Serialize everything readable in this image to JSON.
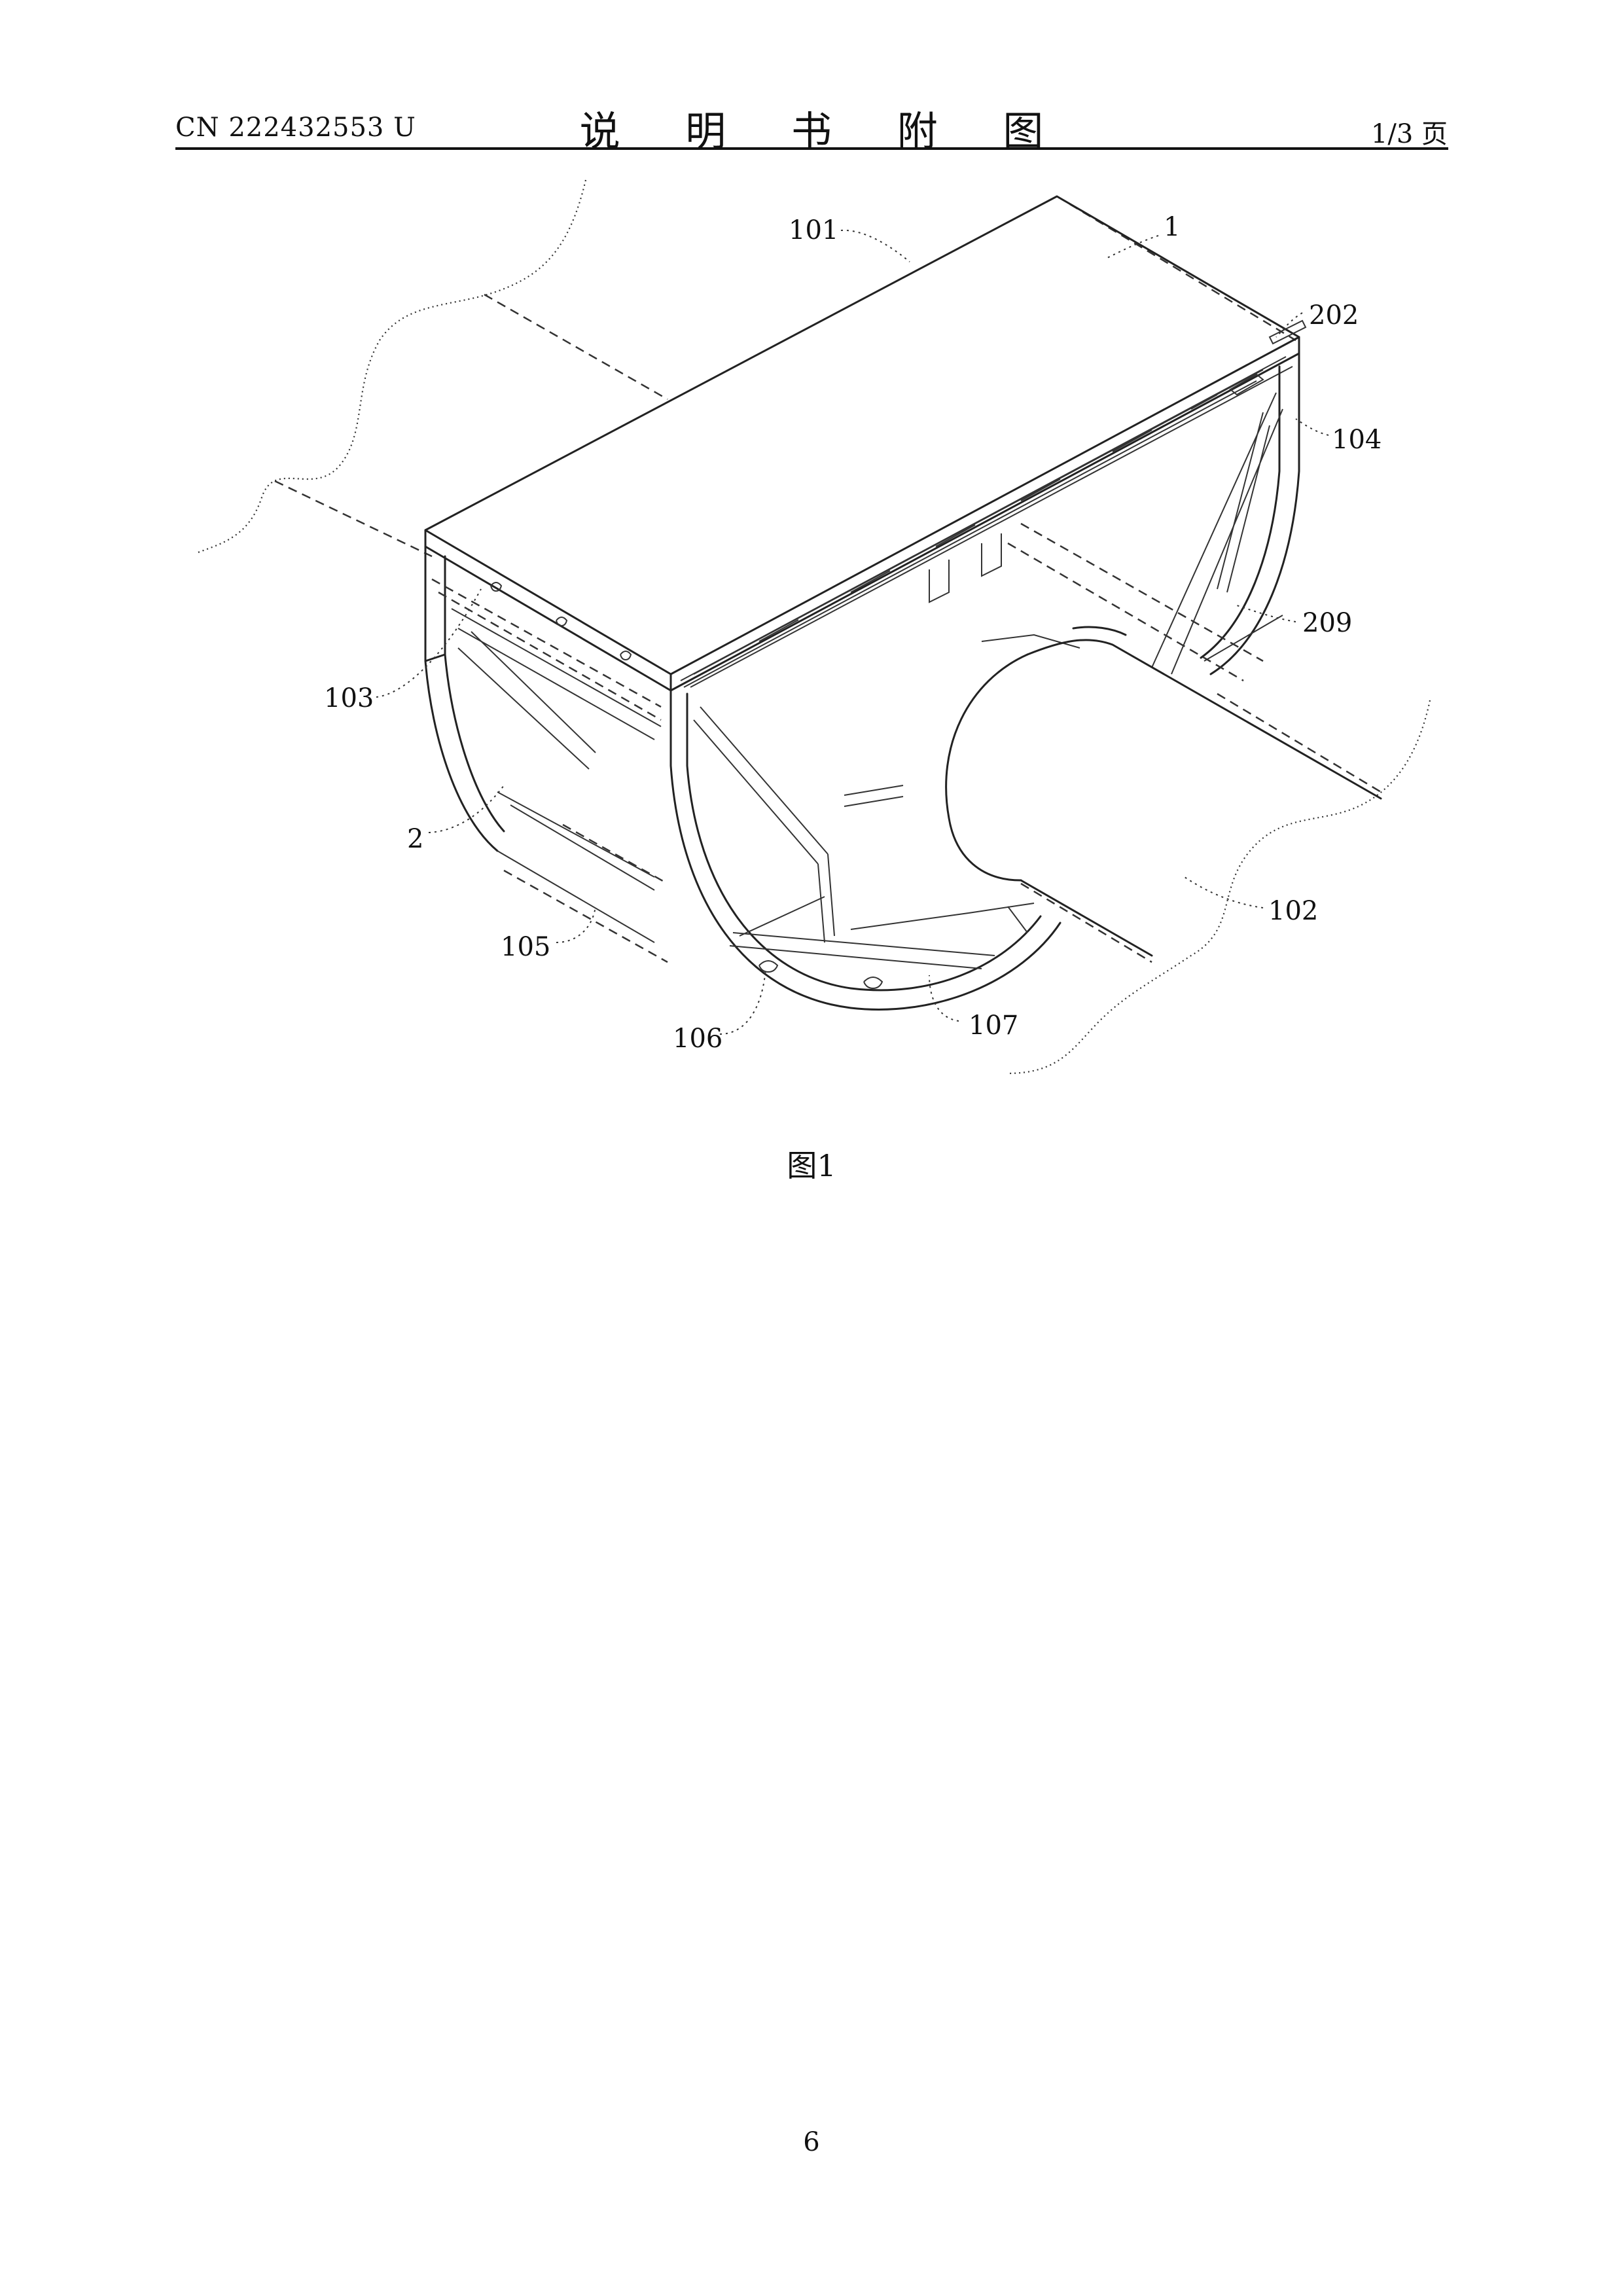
{
  "header": {
    "patent_number": "CN 222432553 U",
    "title": "说 明 书 附 图",
    "page_of": "1/3 页"
  },
  "figure": {
    "caption": "图1",
    "labels": [
      "101",
      "1",
      "202",
      "104",
      "209",
      "103",
      "2",
      "105",
      "106",
      "107",
      "102"
    ]
  },
  "footer": {
    "page_number": "6"
  }
}
